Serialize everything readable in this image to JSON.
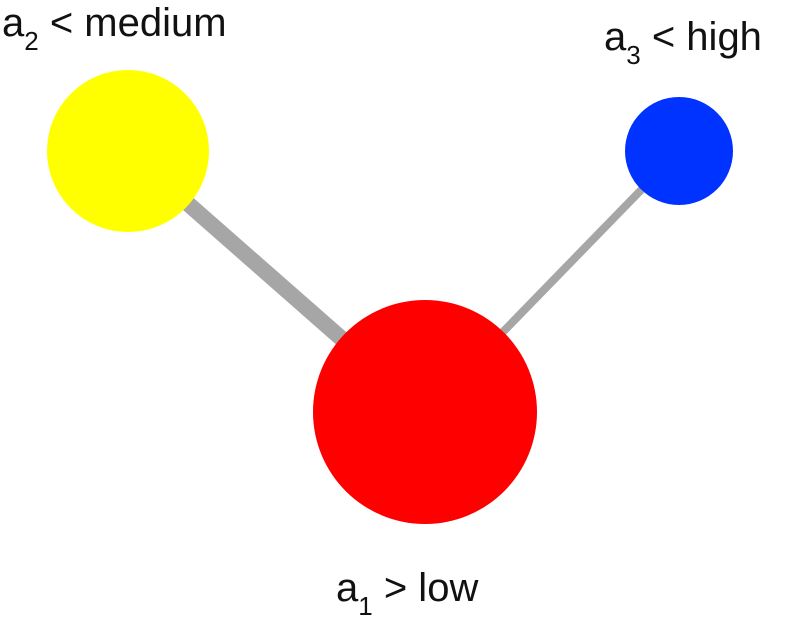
{
  "nodes": [
    {
      "id": "a1",
      "base": "a",
      "sub": "1",
      "rest": " > low",
      "color": "#ff0000"
    },
    {
      "id": "a2",
      "base": "a",
      "sub": "2",
      "rest": " < medium",
      "color": "#ffff00"
    },
    {
      "id": "a3",
      "base": "a",
      "sub": "3",
      "rest": " < high",
      "color": "#0033ff"
    }
  ],
  "edges": [
    {
      "from": "a1",
      "to": "a2",
      "color": "#a6a6a6"
    },
    {
      "from": "a1",
      "to": "a3",
      "color": "#a6a6a6"
    }
  ]
}
